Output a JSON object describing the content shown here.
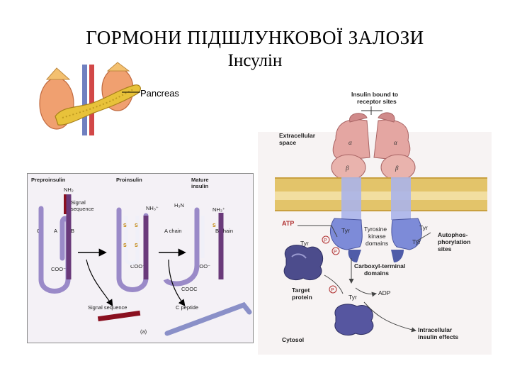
{
  "slide": {
    "title": "ГОРМОНИ ПІДШЛУНКОВОЇ ЗАЛОЗИ",
    "subtitle": "Інсулін"
  },
  "pancreas_figure": {
    "label": "Pancreas"
  },
  "processing_figure": {
    "col_preproinsulin": "Preproinsulin",
    "col_proinsulin": "Proinsulin",
    "col_mature_1": "Mature",
    "col_mature_2": "insulin",
    "nh2_1": "NH₂",
    "signal_seq_1": "Signal",
    "signal_seq_2": "sequence",
    "chain_c": "C",
    "chain_a": "A",
    "chain_b": "B",
    "coo_1": "COO⁻",
    "nh3_proinsulin": "NH₃⁺",
    "coo_2": "COO⁻",
    "h3n_mature": "H₃N",
    "nh3_mature": "NH₃⁺",
    "a_chain": "A chain",
    "b_chain": "B chain",
    "coo_3": "COO⁻",
    "coo_4": "COOC",
    "signal_sequence_label": "Signal sequence",
    "c_peptide": "C peptide",
    "panel": "(a)",
    "s_label": "S"
  },
  "receptor_figure": {
    "insulin_bound_1": "Insulin bound to",
    "insulin_bound_2": "receptor sites",
    "extracellular_1": "Extracellular",
    "extracellular_2": "space",
    "alpha": "α",
    "beta": "β",
    "atp": "ATP",
    "tyr": "Tyr",
    "p": "P",
    "tyrosine_1": "Tyrosine",
    "tyrosine_2": "kinase",
    "tyrosine_3": "domains",
    "autophos_1": "Autophos-",
    "autophos_2": "phorylation",
    "autophos_3": "sites",
    "carboxyl_1": "Carboxyl-terminal",
    "carboxyl_2": "domains",
    "target_1": "Target",
    "target_2": "protein",
    "adp": "ADP",
    "cytosol": "Cytosol",
    "intracellular_1": "Intracellular",
    "intracellular_2": "insulin effects"
  },
  "colors": {
    "insulin_pink": "#e8a8a8",
    "membrane_yellow": "#e2c060",
    "receptor_blue": "#8090d8",
    "chain_purple": "#6a4a90",
    "label_red": "#b03030"
  }
}
